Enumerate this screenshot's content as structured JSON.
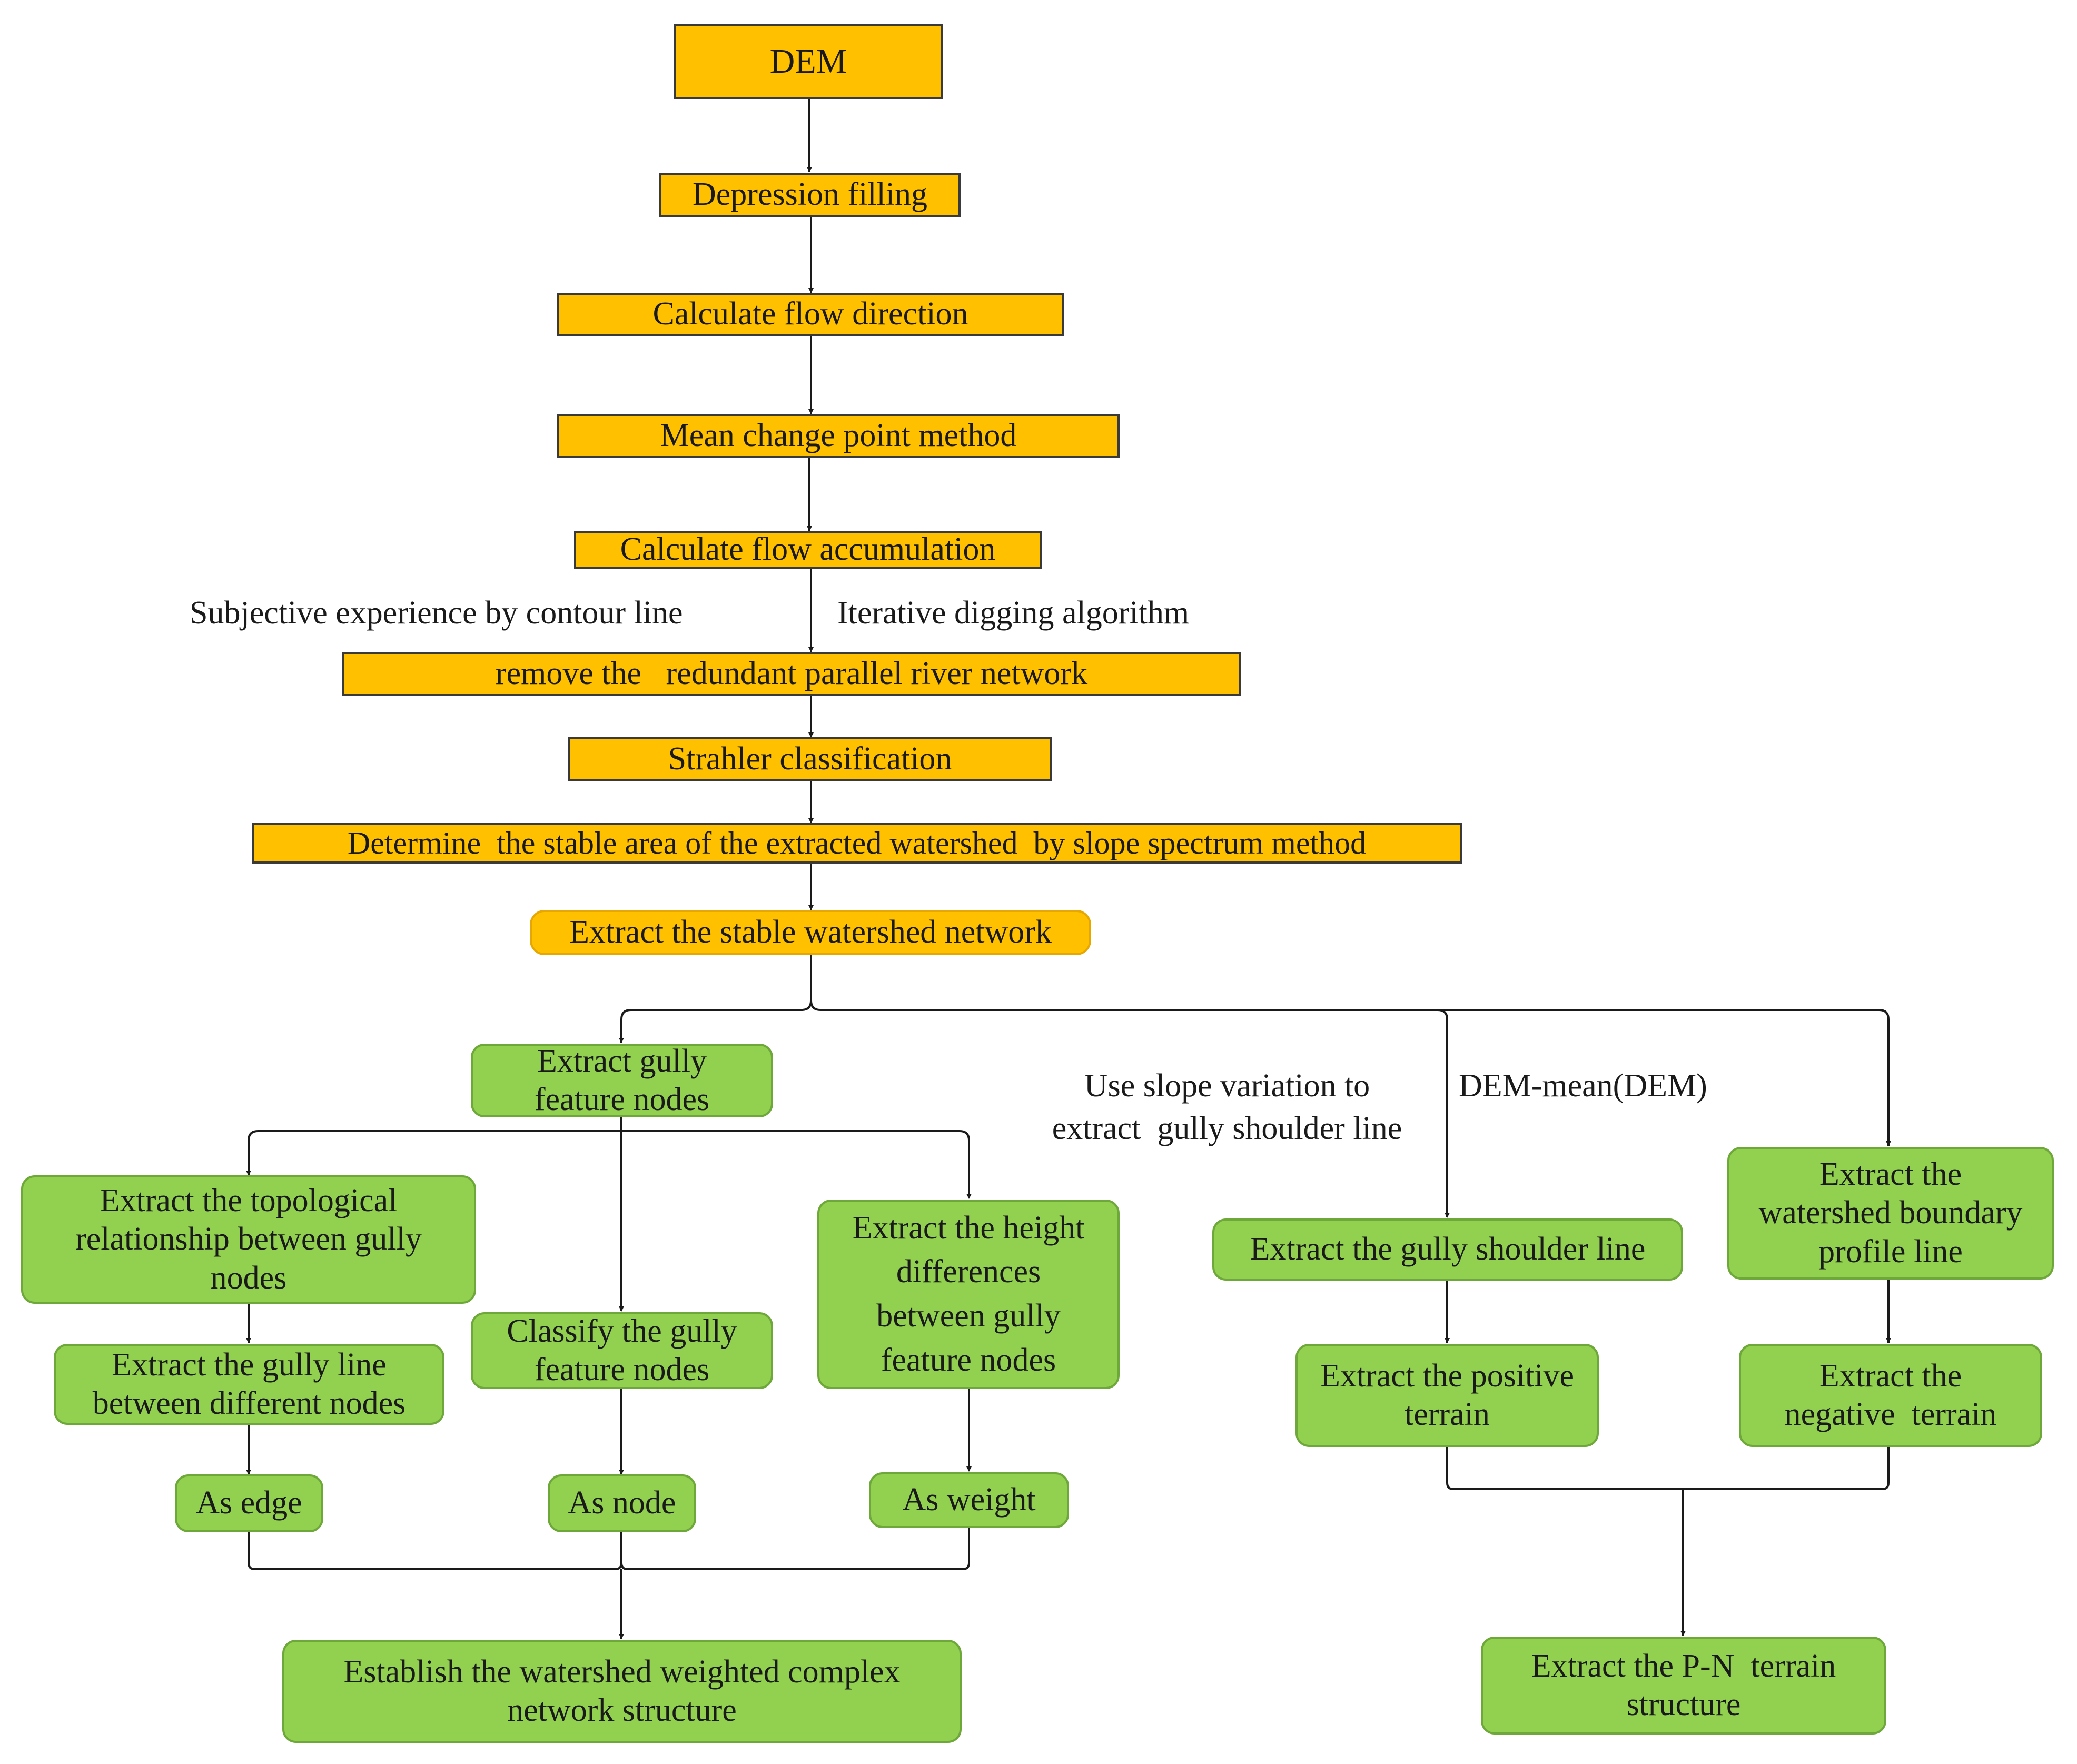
{
  "orange_steps": {
    "dem": "DEM",
    "depression_filling": "Depression filling",
    "flow_direction": "Calculate flow direction",
    "mean_change_point": "Mean change point method",
    "flow_accumulation": "Calculate flow accumulation",
    "remove_parallel": "remove the   redundant parallel river network",
    "strahler": "Strahler classification",
    "slope_spectrum": "Determine  the stable area of the extracted watershed  by slope spectrum method",
    "stable_network": "Extract the stable watershed network"
  },
  "side_labels": {
    "contour": "Subjective experience by contour line",
    "iterative": "Iterative digging algorithm",
    "slope_variation_1": "Use slope variation to",
    "slope_variation_2": "extract  gully shoulder line",
    "dem_mean": "DEM-mean(DEM)"
  },
  "left_branch": {
    "feature_nodes_1": "Extract gully",
    "feature_nodes_2": "feature nodes",
    "topological_1": "Extract the topological",
    "topological_2": "relationship between gully",
    "topological_3": "nodes",
    "gully_line_1": "Extract the gully line",
    "gully_line_2": "between different nodes",
    "classify_1": "Classify the gully",
    "classify_2": "feature nodes",
    "height_1": "Extract the height",
    "height_2": "differences",
    "height_3": "between gully",
    "height_4": "feature nodes",
    "as_edge": "As edge",
    "as_node": "As node",
    "as_weight": "As weight",
    "network_1": "Establish the watershed weighted complex",
    "network_2": "network structure"
  },
  "right_branch": {
    "shoulder_line": "Extract the gully shoulder line",
    "boundary_1": "Extract the",
    "boundary_2": "watershed boundary",
    "boundary_3": "profile line",
    "positive_1": "Extract the positive",
    "positive_2": "terrain",
    "negative_1": "Extract the",
    "negative_2": "negative  terrain",
    "pn_1": "Extract the P-N  terrain",
    "pn_2": "structure"
  },
  "colors": {
    "orange": "#FFC000",
    "green": "#92D050",
    "line": "#1a1a1a"
  }
}
